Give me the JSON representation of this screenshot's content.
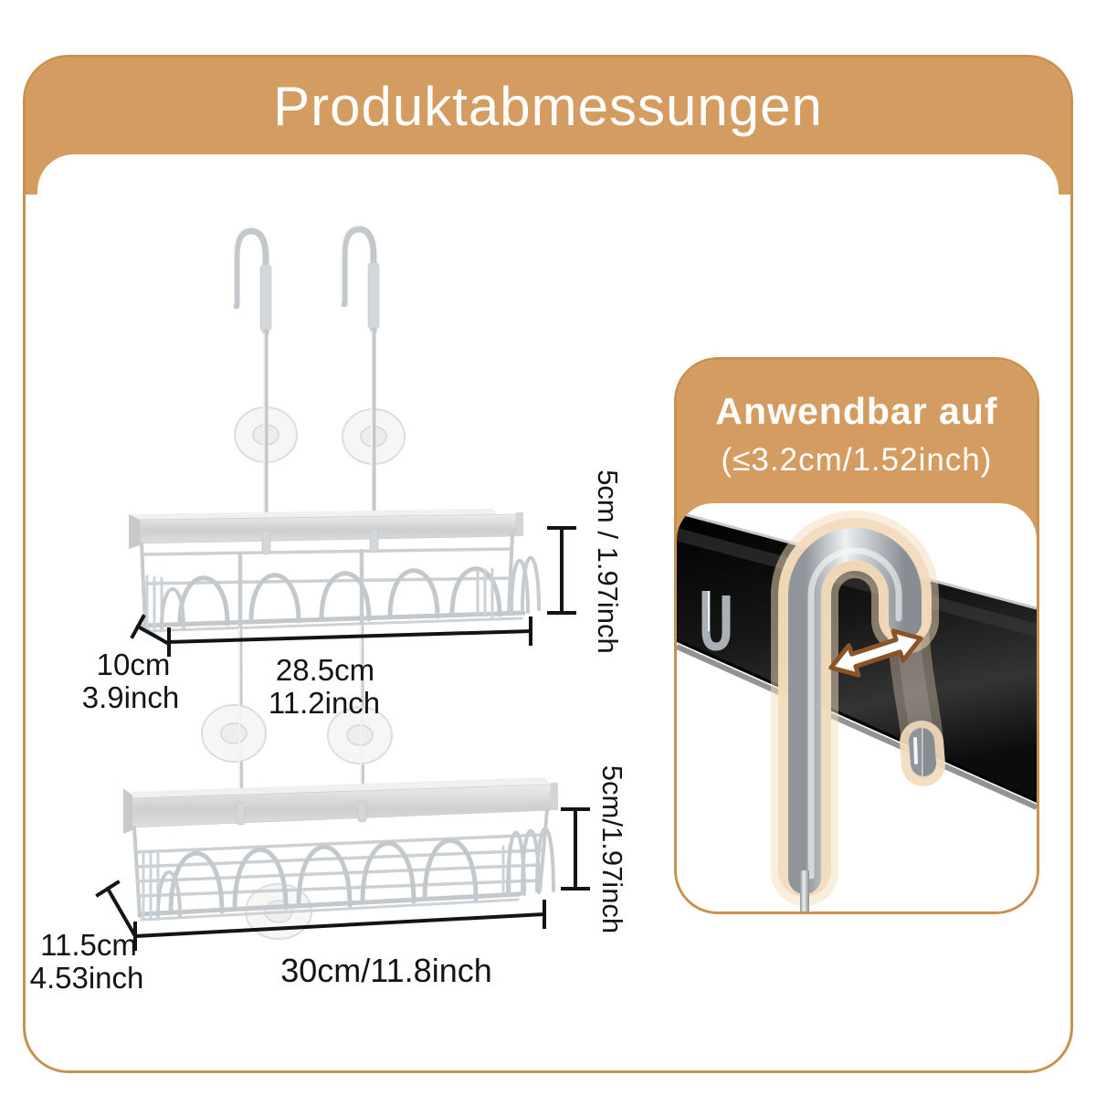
{
  "title": "Produktabmessungen",
  "diagram": {
    "upper_shelf": {
      "height": "5cm / 1.97inch",
      "depth_cm": "10cm",
      "depth_inch": "3.9inch",
      "width_cm": "28.5cm",
      "width_inch": "11.2inch"
    },
    "lower_shelf": {
      "height": "5cm/1.97inch",
      "depth_cm": "11.5cm",
      "depth_inch": "4.53inch",
      "width": "30cm/11.8inch"
    }
  },
  "panel": {
    "title": "Anwendbar auf",
    "subtitle": "(≤3.2cm/1.52inch)"
  },
  "colors": {
    "accent_orange": "#D49C60",
    "border_orange": "#C9914F",
    "glow": "#F3DCBC",
    "arrow_brown": "#8A5426",
    "dimension_black": "#141414"
  }
}
